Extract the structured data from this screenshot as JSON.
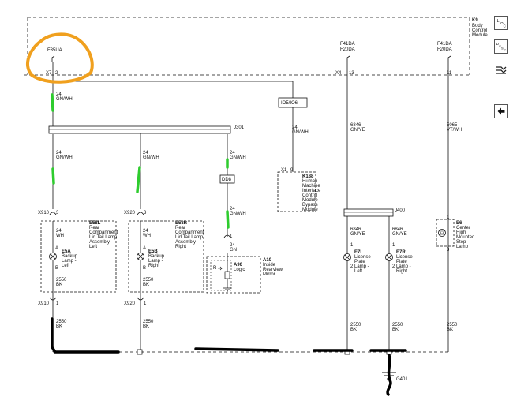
{
  "colors": {
    "wire": "#111111",
    "highlight_circle": "#f0a01e",
    "highlight_green": "#2ecc2e",
    "ground_marker": "#000000"
  },
  "module": {
    "ref": "K9",
    "name_lines": [
      "Body",
      "Control",
      "Module"
    ]
  },
  "fuses": {
    "left": "F35UA",
    "mid_lines": [
      "F41DA",
      "F20DA"
    ],
    "right_lines": [
      "F41DA",
      "F20DA"
    ]
  },
  "connectors": {
    "x7": "X7",
    "x7_pin": "2",
    "x4": "X4",
    "x4_pin_mid": "13",
    "x4_pin_right": "11",
    "io": "IO5/IO6",
    "j301": "J301",
    "j400": "J400",
    "dd8": "DD8",
    "x910": "X910",
    "x920": "X920",
    "x1": "X1",
    "x1_pin": "9"
  },
  "wires": {
    "gn_wh_24": [
      "24",
      "GN/WH"
    ],
    "gn_24": [
      "24",
      "GN"
    ],
    "wh_24": [
      "24",
      "WH"
    ],
    "gn_ye_6846": [
      "6846",
      "GN/YE"
    ],
    "vt_wh_5065": [
      "5065",
      "VT/WH"
    ],
    "bk_2550": [
      "2550",
      "BK"
    ]
  },
  "components": {
    "k188": [
      "K188",
      "Human",
      "Machine",
      "Interface",
      "Control",
      "Module",
      "Bypass",
      "Module"
    ],
    "e58l": [
      "E58L",
      "Rear",
      "Compartment",
      "Lid Tail Lamp",
      "Assembly -",
      "Left"
    ],
    "e58r": [
      "E58R",
      "Rear",
      "Compartment",
      "Lid Tail Lamp",
      "Assembly -",
      "Right"
    ],
    "e5a": [
      "E5A",
      "Backup",
      "Lamp -",
      "Left"
    ],
    "e5b": [
      "E5B",
      "Backup",
      "Lamp -",
      "Right"
    ],
    "a10": [
      "A10",
      "Inside",
      "Rearview",
      "Mirror"
    ],
    "a90": [
      "A90",
      "Logic"
    ],
    "e7l": [
      "E7L",
      "License",
      "Plate",
      "Lamp -",
      "Left"
    ],
    "e7r": [
      "E7R",
      "License",
      "Plate",
      "Lamp -",
      "Right"
    ],
    "e6": [
      "E6",
      "Center",
      "High",
      "Mounted",
      "Stop",
      "Lamp"
    ],
    "g401": "G401"
  },
  "pins": {
    "a": "A",
    "b": "B",
    "r": "R",
    "p1": "1",
    "p2": "2",
    "p3": "3"
  },
  "side_icons": [
    "loc-icon",
    "desc-icon",
    "connector-icon",
    "back-arrow-icon"
  ]
}
